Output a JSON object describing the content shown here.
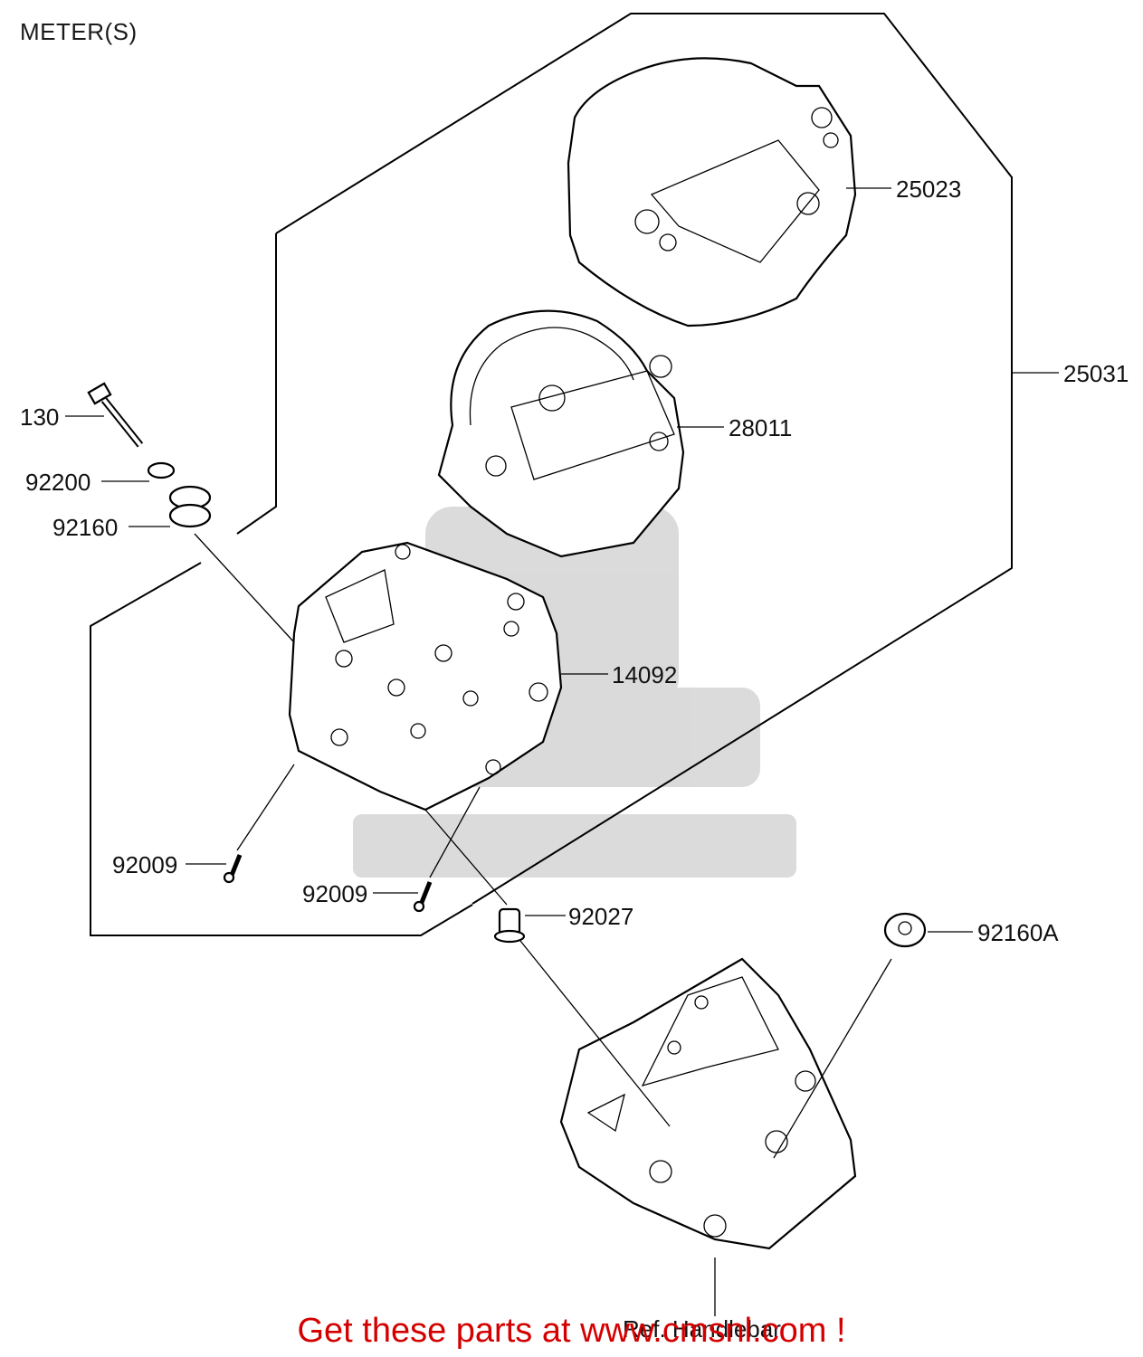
{
  "title": "METER(S)",
  "callouts": {
    "p25023": "25023",
    "p25031": "25031",
    "p28011": "28011",
    "p130": "130",
    "p92200": "92200",
    "p92160": "92160",
    "p14092": "14092",
    "p92009a": "92009",
    "p92009b": "92009",
    "p92027": "92027",
    "p92160A": "92160A",
    "ref": "Ref. Handlebar"
  },
  "promo": "Get these parts at www.cmsnl.com !",
  "colors": {
    "promo": "#d40000",
    "watermark": "#bdbdbd",
    "line": "#000000"
  }
}
